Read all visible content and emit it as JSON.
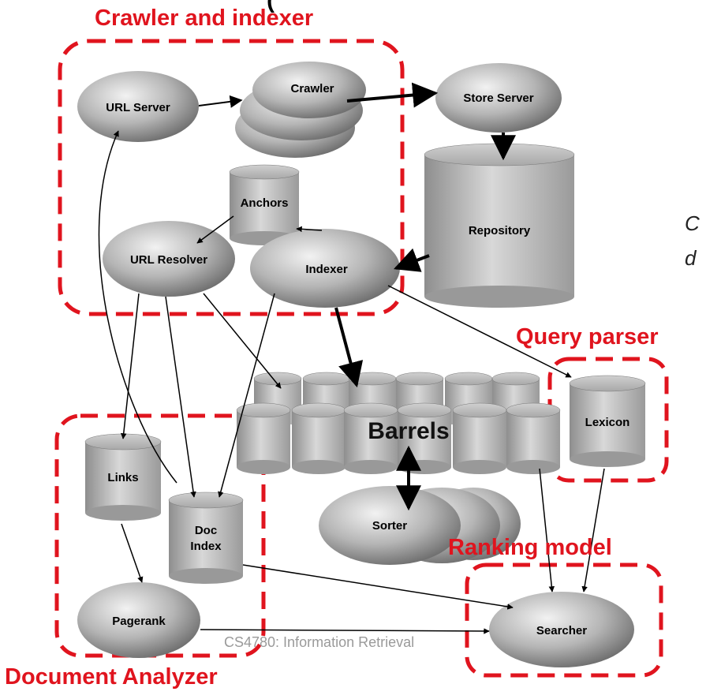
{
  "title_fragment": "(",
  "regions": {
    "crawler_indexer": "Crawler and indexer",
    "query_parser": "Query parser",
    "document_analyzer": "Document Analyzer",
    "ranking_model": "Ranking model"
  },
  "nodes": {
    "url_server": "URL Server",
    "crawler": "Crawler",
    "store_server": "Store Server",
    "anchors": "Anchors",
    "repository": "Repository",
    "url_resolver": "URL Resolver",
    "indexer": "Indexer",
    "barrels": "Barrels",
    "lexicon": "Lexicon",
    "links": "Links",
    "doc_index_line1": "Doc",
    "doc_index_line2": "Index",
    "sorter": "Sorter",
    "pagerank": "Pagerank",
    "searcher": "Searcher"
  },
  "side_text": [
    "C",
    "d"
  ],
  "footer": "CS4780: Information Retrieval",
  "colors": {
    "accent": "#e0141e",
    "node_fill": "#b8b8b8"
  }
}
